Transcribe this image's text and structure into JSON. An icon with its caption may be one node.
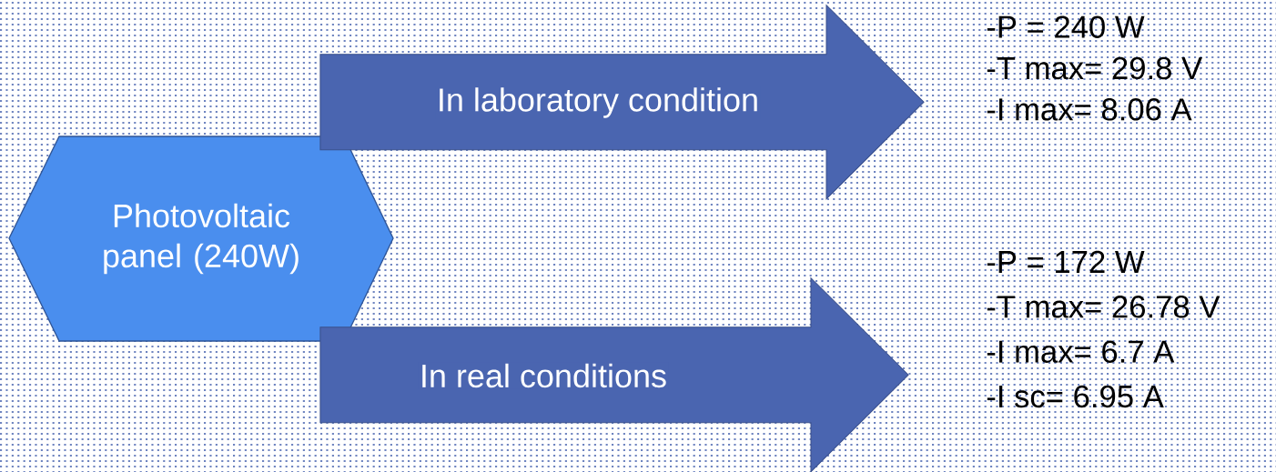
{
  "diagram": {
    "nodes": [
      {
        "text": [
          "Photovoltaic panel (240W)"
        ]
      },
      {
        "text": [
          "-P = 240  W",
          "-T max= 29.8 V",
          "-I max= 8.06 A"
        ]
      },
      {
        "text": [
          "-P = 172 W",
          "-T max= 26.78 V",
          "-I max= 6.7 A",
          "-I sc= 6.95 A"
        ]
      }
    ],
    "edges": [
      {
        "from": 0,
        "to": 1,
        "arrow": "to",
        "label": "In laboratory condition"
      },
      {
        "from": 0,
        "to": 2,
        "arrow": "to",
        "label": "In real conditions"
      }
    ]
  }
}
